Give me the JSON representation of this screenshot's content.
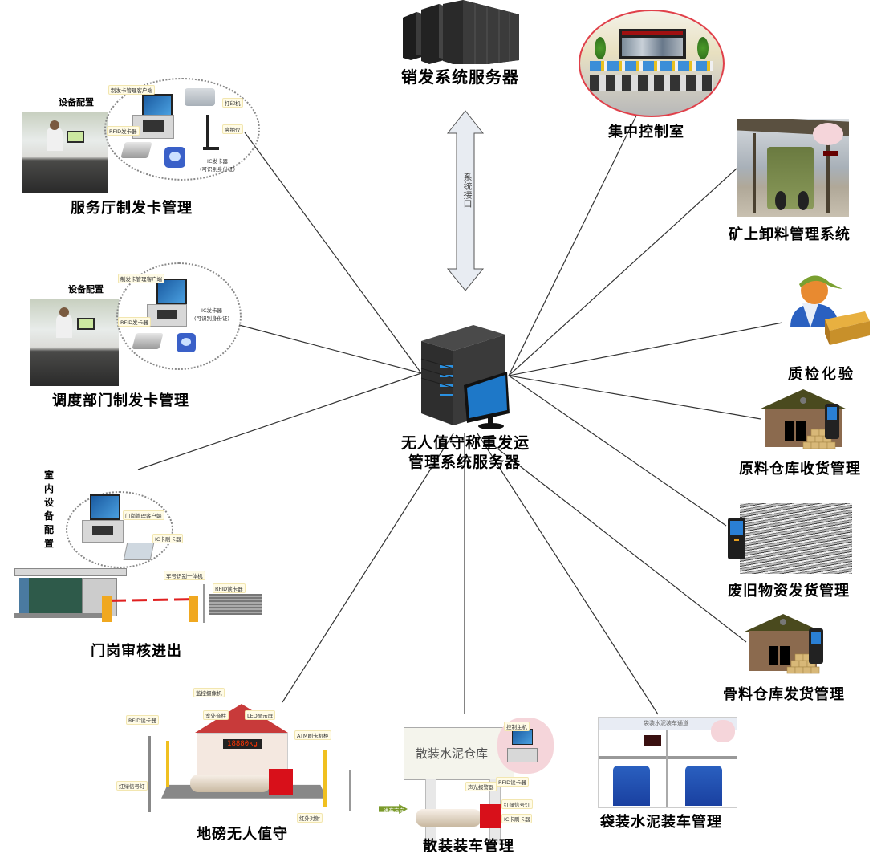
{
  "center": {
    "title_line1": "无人值守称重发运",
    "title_line2": "管理系统服务器",
    "icon": "server-with-monitor-icon"
  },
  "top": {
    "sales_server": {
      "title": "销发系统服务器",
      "icon": "server-rack-icon"
    },
    "interface_arrow": {
      "label": "系统接口",
      "icon": "double-arrow-icon"
    }
  },
  "nodes": {
    "service_hall": {
      "title": "服务厅制发卡管理",
      "config_title": "设备配置",
      "labels": [
        "制发卡管理客户端",
        "打印机",
        "RFID发卡器",
        "高拍仪",
        "IC发卡器",
        "(可识别身份证)"
      ]
    },
    "dispatch_dept": {
      "title": "调度部门制发卡管理",
      "config_title": "设备配置",
      "labels": [
        "制发卡管理客户端",
        "IC发卡器",
        "(可识别身份证)",
        "RFID发卡器"
      ]
    },
    "gate": {
      "title": "门岗审核进出",
      "config_title_chars": [
        "室",
        "内",
        "设",
        "备",
        "配",
        "置"
      ],
      "labels": [
        "门岗管理客户端",
        "IC卡刷卡器",
        "车号识别一体机",
        "RFID读卡器"
      ]
    },
    "weighbridge": {
      "title": "地磅无人值守",
      "labels": [
        "监控摄像机",
        "室外音柱",
        "LED显示屏",
        "RFID读卡器",
        "ATM刷卡机柜",
        "红绿信号灯",
        "红外对射"
      ],
      "led_text": "18880kg"
    },
    "bulk_loading": {
      "title": "散装装车管理",
      "warehouse_label": "散装水泥仓库",
      "labels": [
        "控制主机",
        "声光报警器",
        "RFID读卡器",
        "红绿信号灯",
        "IC卡刷卡器",
        "进车方向"
      ]
    },
    "bag_loading": {
      "title": "袋装水泥装车管理",
      "channel_label": "袋装水泥装车通道"
    },
    "control_room": {
      "title": "集中控制室"
    },
    "mine_unload": {
      "title": "矿上卸料管理系统"
    },
    "quality": {
      "title": "质检化验",
      "icon": "worker-with-box-icon"
    },
    "raw_warehouse": {
      "title": "原料仓库收货管理",
      "icon": "warehouse-with-handheld-icon"
    },
    "scrap": {
      "title": "废旧物资发货管理",
      "icon": "handheld-terminal-icon"
    },
    "aggregate_warehouse": {
      "title": "骨料仓库发货管理",
      "icon": "warehouse-with-handheld-icon"
    }
  },
  "colors": {
    "line": "#333333",
    "arrow_fill": "#e8ecf2",
    "arrow_stroke": "#555555",
    "house_wall": "#8b6a4e",
    "house_roof": "#4a4a1e",
    "server_body": "#3a3a3a",
    "accent_blue": "#2a7fd4",
    "led_red": "#ff3300",
    "truck_red": "#d8101a",
    "pink_cloud": "#f5d5da"
  }
}
